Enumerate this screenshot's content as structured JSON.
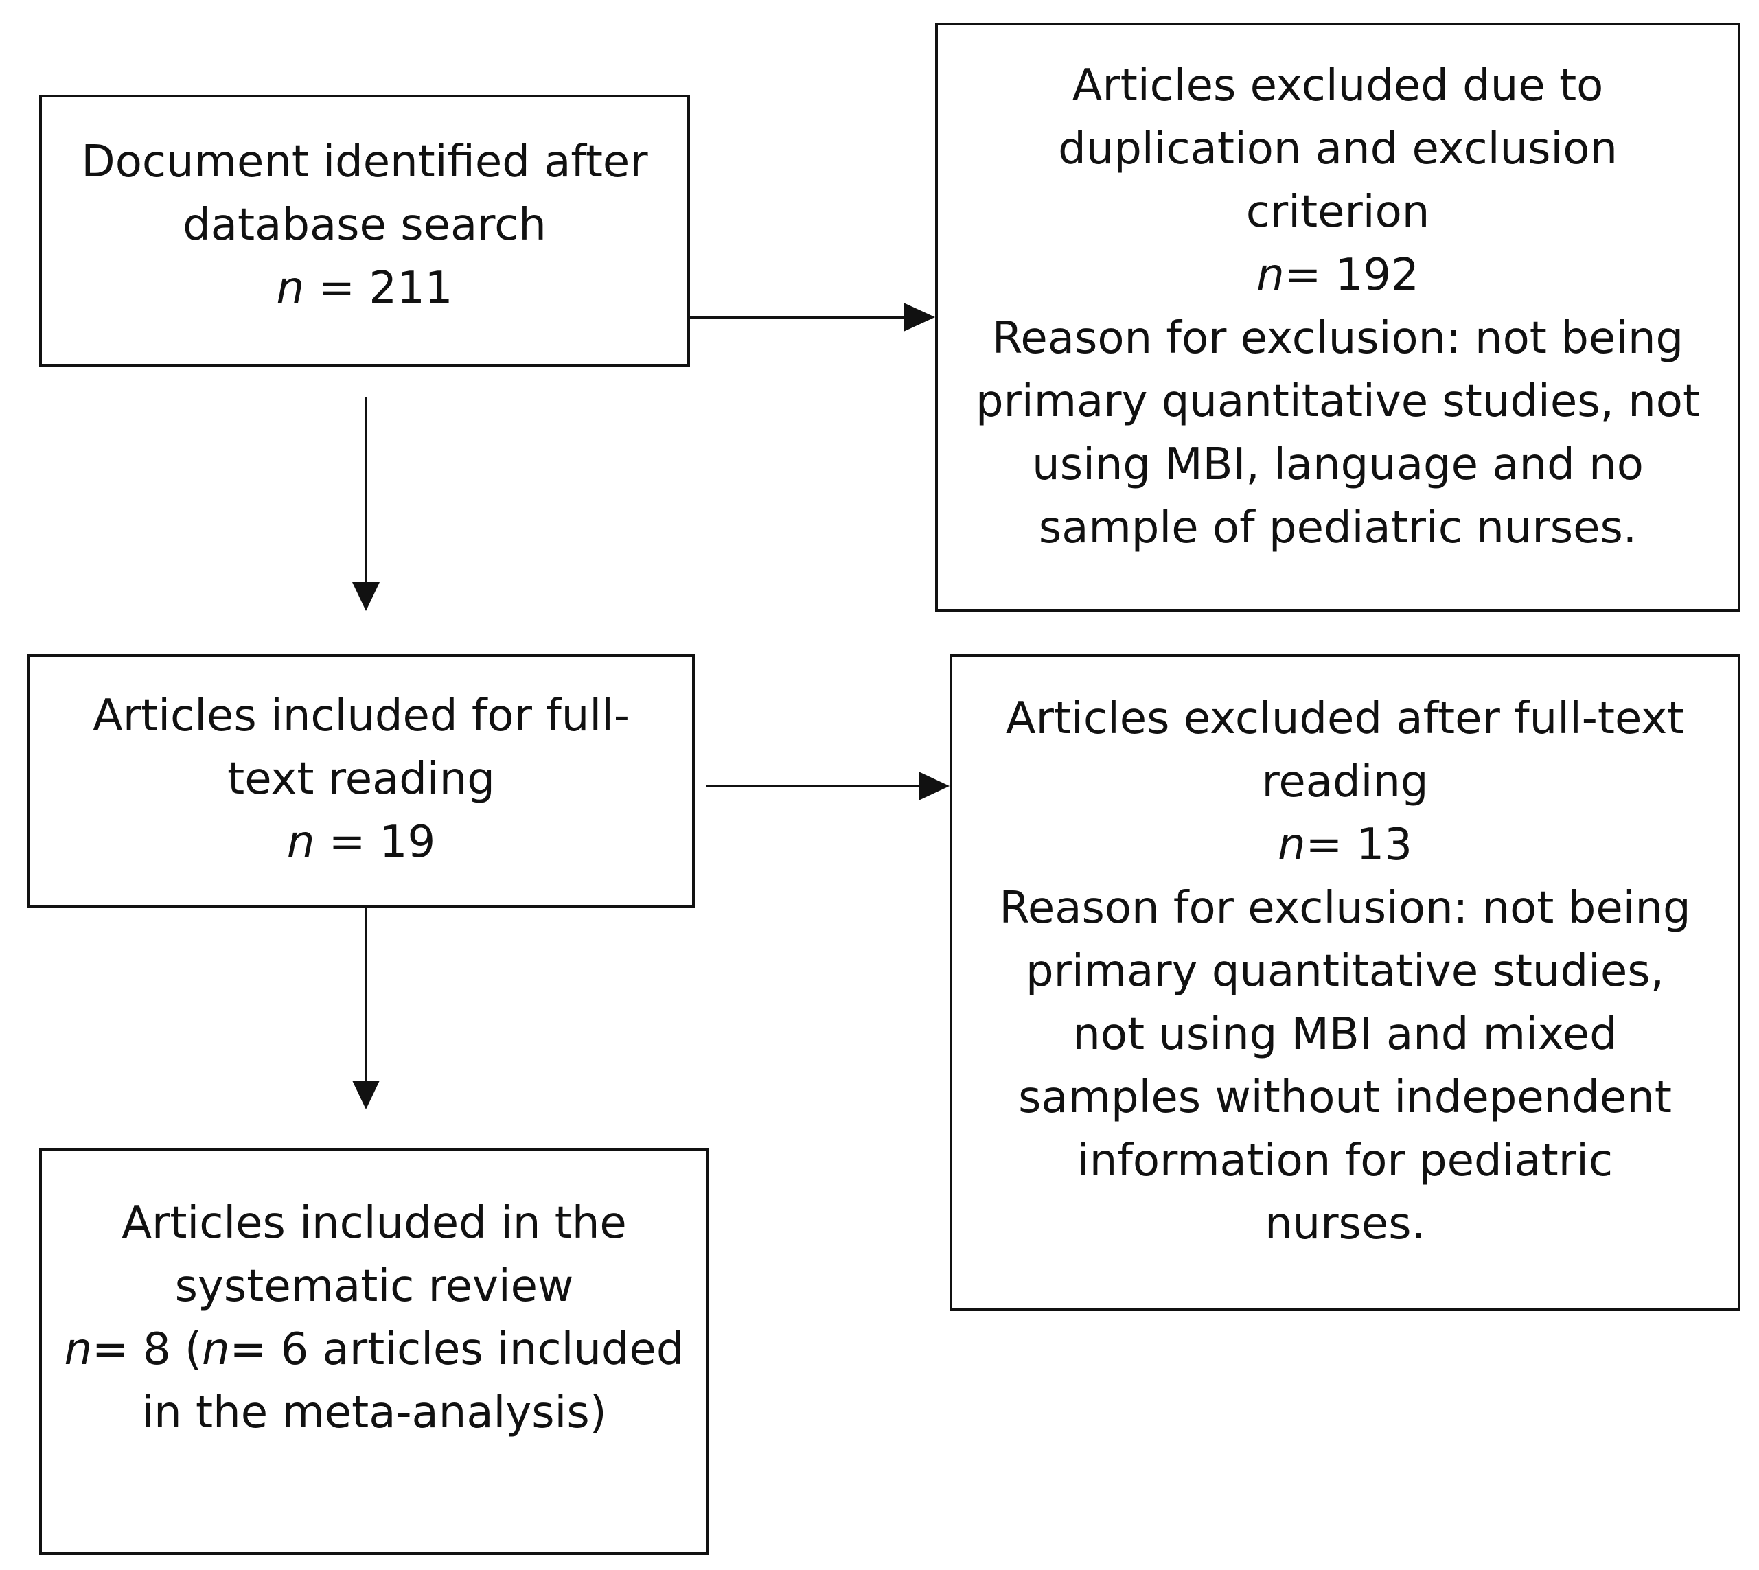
{
  "boxes": {
    "identified": {
      "lines": [
        "Document identified after",
        "database search"
      ],
      "count_var": "n",
      "count_text": " = 211"
    },
    "excluded_first": {
      "lines": [
        "Articles excluded due to",
        "duplication and exclusion",
        "criterion"
      ],
      "count_var": "n",
      "count_text": "= 192",
      "reason_lines": [
        "Reason for exclusion: not being",
        "primary quantitative studies, not",
        "using MBI, language and no",
        "sample of pediatric nurses."
      ]
    },
    "fulltext": {
      "lines": [
        "Articles included for full-",
        "text reading"
      ],
      "count_var": "n",
      "count_text": " = 19"
    },
    "excluded_fulltext": {
      "lines": [
        "Articles excluded after full-text",
        "reading"
      ],
      "count_var": "n",
      "count_text": "= 13",
      "reason_lines": [
        "Reason for exclusion: not being",
        "primary quantitative studies,",
        "not using MBI and mixed",
        "samples without independent",
        "information for pediatric",
        "nurses."
      ]
    },
    "included": {
      "lines": [
        "Articles included in the",
        "systematic review"
      ],
      "count_var": "n",
      "count_text": "= 8 (",
      "count_var2": "n",
      "count_text2": "= 6 articles included",
      "tail_line": "in the meta-analysis)"
    }
  }
}
